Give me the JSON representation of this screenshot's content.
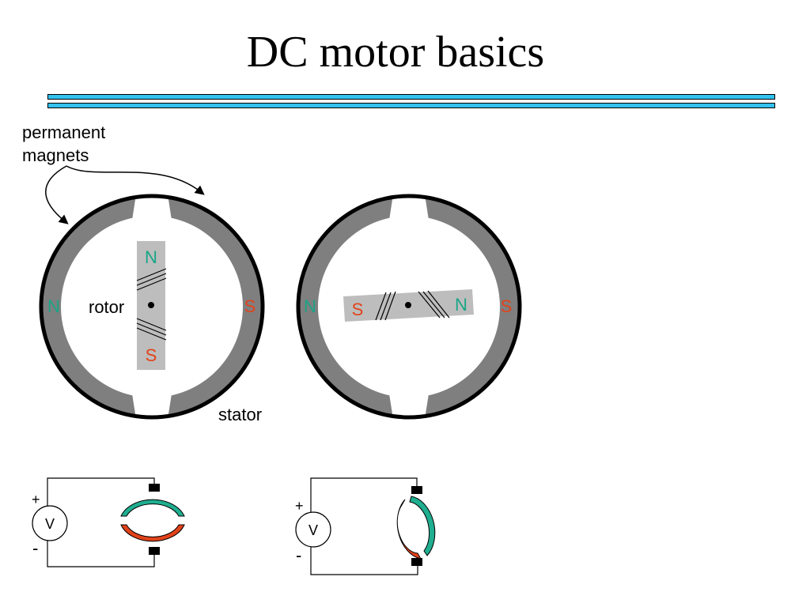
{
  "title": "DC motor basics",
  "colors": {
    "rule": "#33c1ee",
    "north": "#19a586",
    "south": "#e2421a",
    "magnet": "#7f7f7f",
    "rotor": "#bdbdbd",
    "commutator_north": "#1fae90",
    "commutator_south": "#e2421a"
  },
  "labels": {
    "permanent_magnets_line1": "permanent",
    "permanent_magnets_line2": "magnets",
    "rotor": "rotor",
    "stator": "stator"
  },
  "motor_left": {
    "stator_left_pole": "N",
    "stator_right_pole": "S",
    "rotor_top_pole": "N",
    "rotor_bottom_pole": "S"
  },
  "motor_right": {
    "stator_left_pole": "N",
    "stator_right_pole": "S",
    "rotor_left_pole": "S",
    "rotor_right_pole": "N"
  },
  "circuit_left": {
    "plus": "+",
    "minus": "-",
    "source": "V"
  },
  "circuit_right": {
    "plus": "+",
    "minus": "-",
    "source": "V"
  }
}
